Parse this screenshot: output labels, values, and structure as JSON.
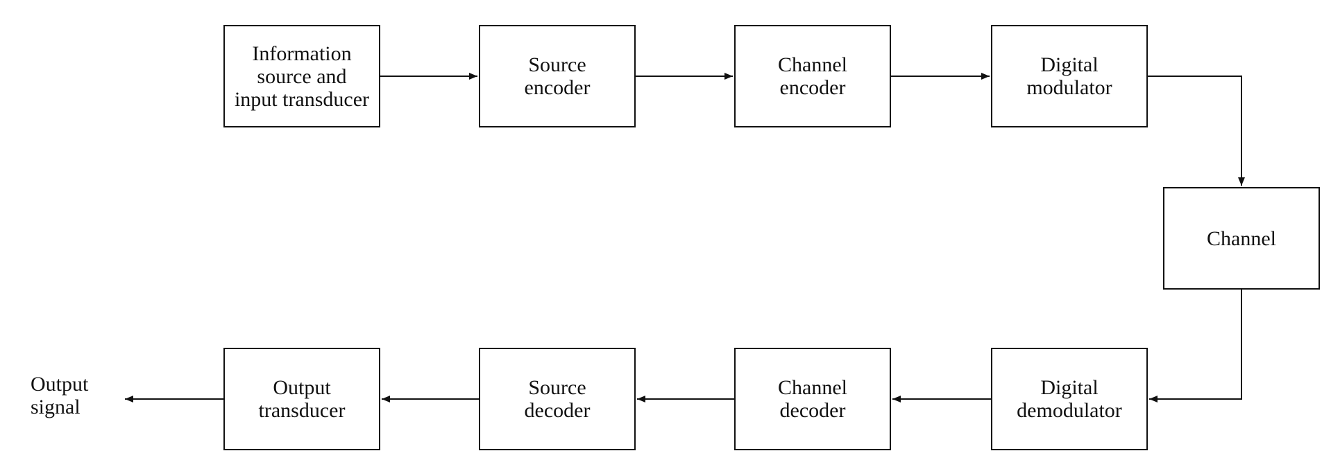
{
  "blocks": {
    "information_source": "Information\nsource and\ninput transducer",
    "source_encoder": "Source\nencoder",
    "channel_encoder": "Channel\nencoder",
    "digital_modulator": "Digital\nmodulator",
    "channel": "Channel",
    "digital_demodulator": "Digital\ndemodulator",
    "channel_decoder": "Channel\ndecoder",
    "source_decoder": "Source\ndecoder",
    "output_transducer": "Output\ntransducer"
  },
  "output_signal": "Output\nsignal",
  "colors": {
    "line": "#111111",
    "background": "#ffffff"
  }
}
